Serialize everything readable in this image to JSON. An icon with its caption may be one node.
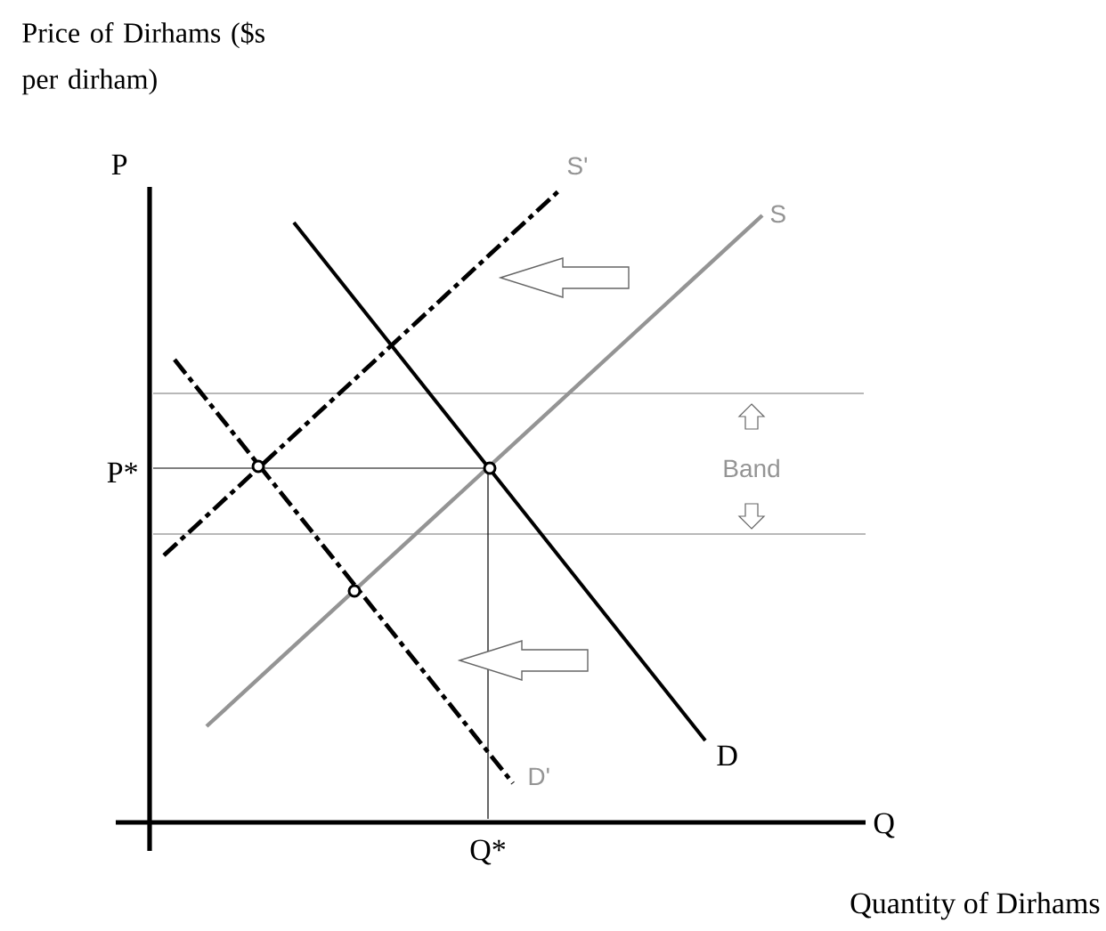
{
  "diagram": {
    "labels": [
      "Price of Dirhams ($s per dirham)",
      "P",
      "S'",
      "S",
      "P*",
      "Band",
      "D'",
      "D",
      "Q",
      "Q*",
      "Quantity of Dirhams"
    ]
  }
}
